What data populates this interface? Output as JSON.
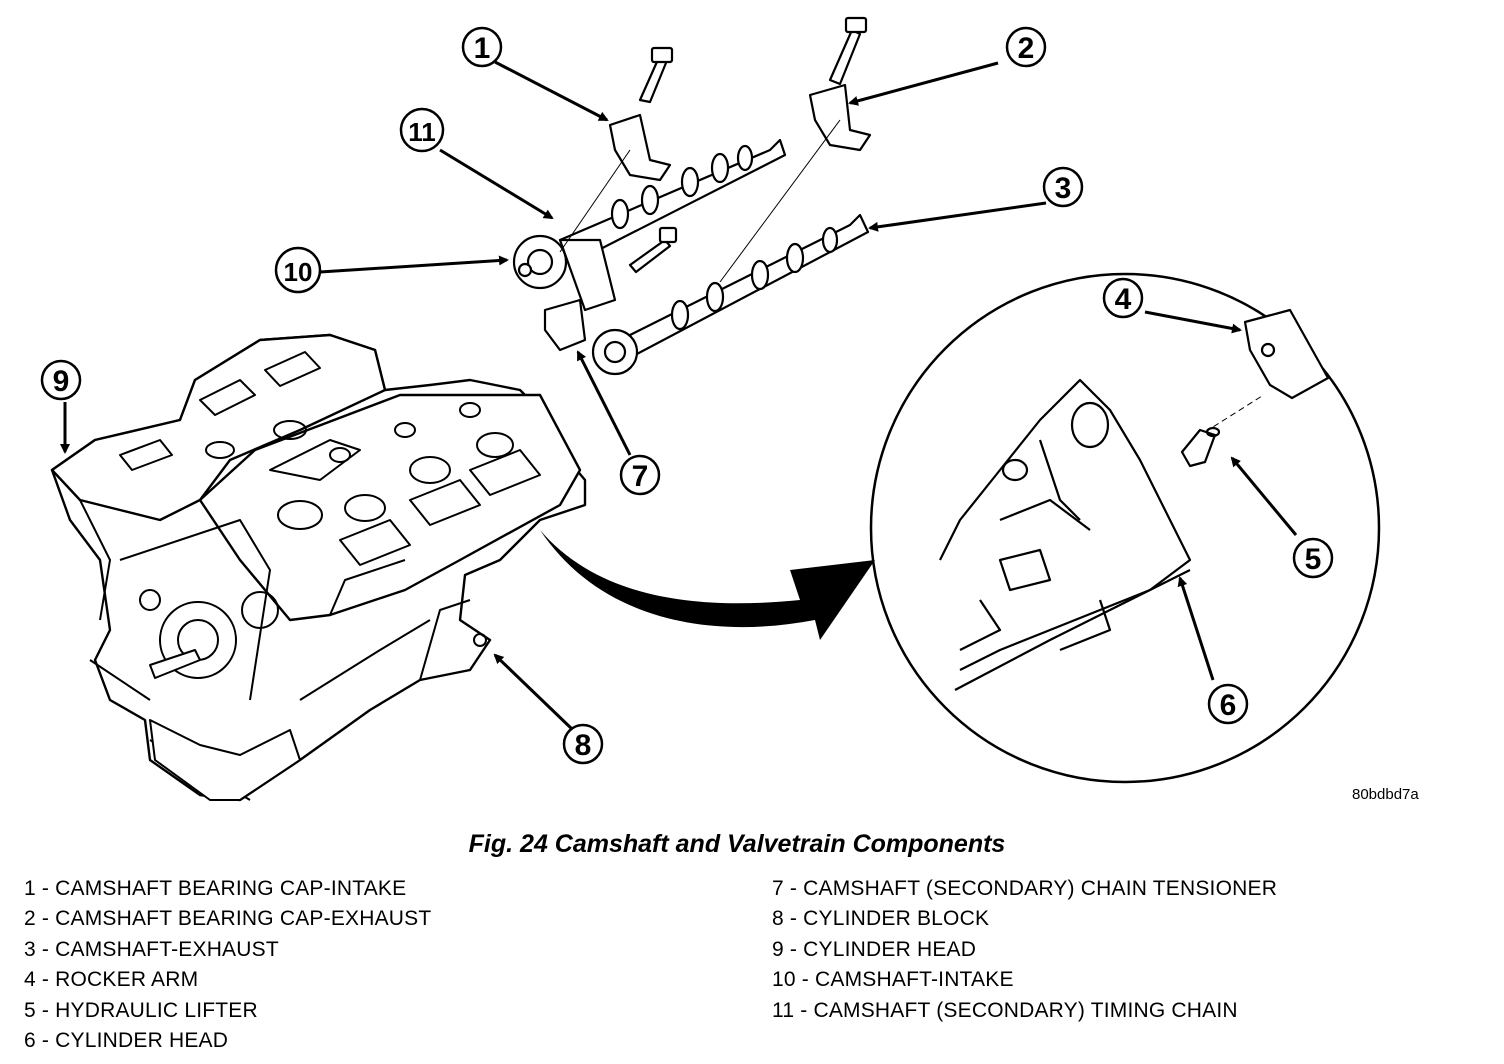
{
  "callouts": [
    "1",
    "2",
    "3",
    "4",
    "5",
    "6",
    "7",
    "8",
    "9",
    "10",
    "11"
  ],
  "ref_code": "80bdbd7a",
  "caption": "Fig. 24 Camshaft and Valvetrain Components",
  "legend": {
    "left": [
      "1 - CAMSHAFT BEARING CAP-INTAKE",
      "2 - CAMSHAFT BEARING CAP-EXHAUST",
      "3 - CAMSHAFT-EXHAUST",
      "4 - ROCKER ARM",
      "5 - HYDRAULIC LIFTER",
      "6 - CYLINDER HEAD"
    ],
    "right": [
      "7 - CAMSHAFT (SECONDARY) CHAIN TENSIONER",
      "8 - CYLINDER BLOCK",
      "9 - CYLINDER HEAD",
      "10 - CAMSHAFT-INTAKE",
      "11 - CAMSHAFT (SECONDARY) TIMING CHAIN"
    ]
  }
}
